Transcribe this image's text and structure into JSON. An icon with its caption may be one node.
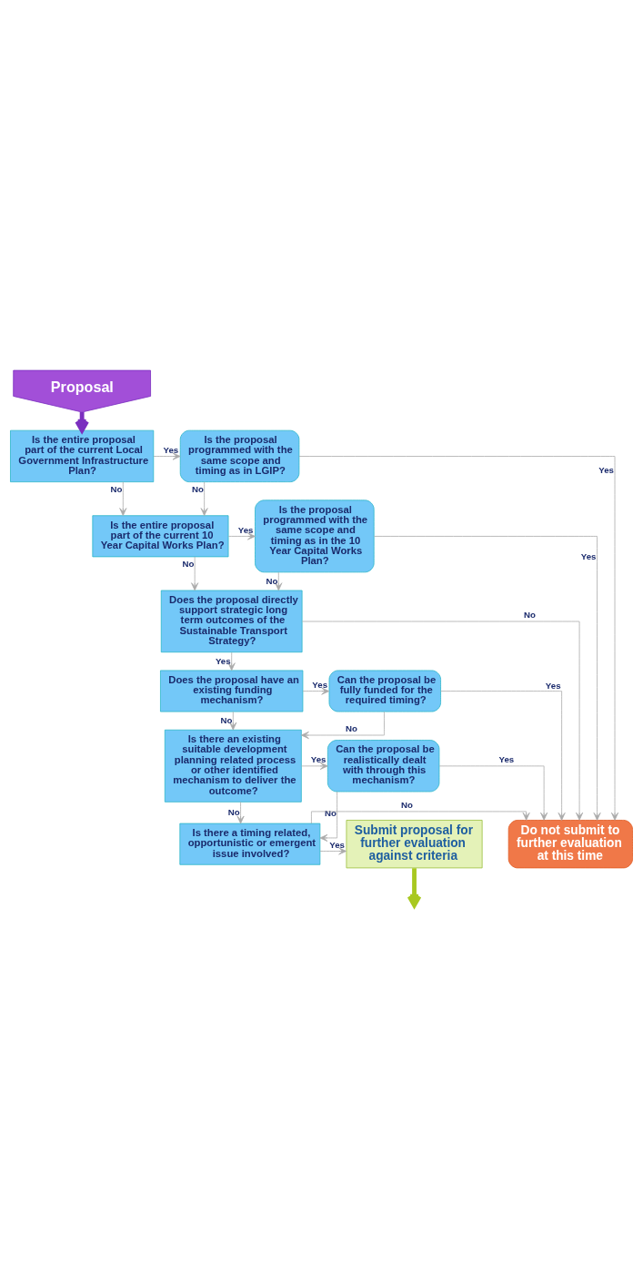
{
  "diagram": {
    "nodes": [
      {
        "text": [
          "Proposal"
        ]
      },
      {
        "text": [
          "Is the entire proposal part of the current Local Government Infrastructure Plan?"
        ]
      },
      {
        "text": [
          "Is the proposal programmed with the same scope and timing as in LGIP?"
        ]
      },
      {
        "text": [
          "Is the entire proposal part of the current 10 Year Capital Works Plan?"
        ]
      },
      {
        "text": [
          "Is the proposal programmed with the same scope and timing as in the 10 Year Capital Works Plan?"
        ]
      },
      {
        "text": [
          "Does the proposal directly support strategic long term outcomes of the Sustainable Transport Strategy?"
        ]
      },
      {
        "text": [
          "Does the proposal have an existing funding mechanism?"
        ]
      },
      {
        "text": [
          "Can the proposal be fully funded for the required timing?"
        ]
      },
      {
        "text": [
          "Is there an existing suitable development planning related process or other identified mechanism to deliver the outcome?"
        ]
      },
      {
        "text": [
          "Can the proposal be realistically dealt with through this mechanism?"
        ]
      },
      {
        "text": [
          "Is there a timing related, opportunistic or emergent issue involved?"
        ]
      },
      {
        "text": [
          "Do not submit to further evaluation at this time"
        ]
      },
      {
        "text": [
          "Submit proposal for further evaluation against criteria"
        ]
      }
    ],
    "edges": [
      {
        "from": 0,
        "to": 1,
        "arrow": "to",
        "style": "thick",
        "color": "#7b2fbf"
      },
      {
        "from": 1,
        "to": 2,
        "arrow": "to",
        "label": "Yes"
      },
      {
        "from": 1,
        "to": 3,
        "arrow": "to",
        "label": "No"
      },
      {
        "from": 2,
        "to": 11,
        "arrow": "to",
        "label": "Yes"
      },
      {
        "from": 2,
        "to": 3,
        "arrow": "to",
        "label": "No"
      },
      {
        "from": 3,
        "to": 4,
        "arrow": "to",
        "label": "Yes"
      },
      {
        "from": 3,
        "to": 5,
        "arrow": "to",
        "label": "No"
      },
      {
        "from": 4,
        "to": 11,
        "arrow": "to",
        "label": "Yes"
      },
      {
        "from": 4,
        "to": 5,
        "arrow": "to",
        "label": "No"
      },
      {
        "from": 5,
        "to": 11,
        "arrow": "to",
        "label": "No"
      },
      {
        "from": 5,
        "to": 6,
        "arrow": "to",
        "label": "Yes"
      },
      {
        "from": 6,
        "to": 7,
        "arrow": "to",
        "label": "Yes"
      },
      {
        "from": 6,
        "to": 8,
        "arrow": "to",
        "label": "No"
      },
      {
        "from": 7,
        "to": 11,
        "arrow": "to",
        "label": "Yes"
      },
      {
        "from": 7,
        "to": 8,
        "arrow": "to",
        "label": "No"
      },
      {
        "from": 8,
        "to": 9,
        "arrow": "to",
        "label": "Yes"
      },
      {
        "from": 8,
        "to": 10,
        "arrow": "to",
        "label": "No"
      },
      {
        "from": 9,
        "to": 11,
        "arrow": "to",
        "label": "Yes"
      },
      {
        "from": 9,
        "to": 10,
        "arrow": "to",
        "label": "No"
      },
      {
        "from": 10,
        "to": 11,
        "arrow": "to",
        "label": "No"
      },
      {
        "from": 10,
        "to": 12,
        "arrow": "to",
        "label": "Yes"
      },
      {
        "from": 12,
        "to": null,
        "arrow": "to",
        "style": "thick",
        "color": "#a8c820"
      }
    ]
  }
}
